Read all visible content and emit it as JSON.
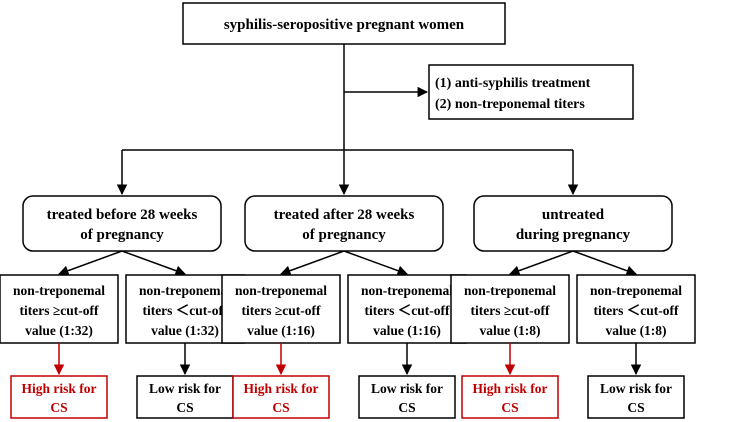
{
  "colors": {
    "line": "#000000",
    "high_risk": "#c00000",
    "background": "#ffffff"
  },
  "root": {
    "label": "syphilis-seropositive pregnant women"
  },
  "side_note": {
    "lines": [
      "(1) anti-syphilis treatment",
      "(2) non-treponemal titers"
    ]
  },
  "groups": [
    {
      "lines": [
        "treated before 28 weeks",
        "of pregnancy"
      ],
      "high_condition": [
        "non-treponemal",
        "titers ≥cut-off",
        "value (1:32)"
      ],
      "low_condition": [
        "non-treponemal",
        "titers ＜cut-off",
        "value (1:32)"
      ],
      "high_outcome": [
        "High risk for",
        "CS"
      ],
      "low_outcome": [
        "Low risk for",
        "CS"
      ]
    },
    {
      "lines": [
        "treated after 28 weeks",
        "of pregnancy"
      ],
      "high_condition": [
        "non-treponemal",
        "titers ≥cut-off",
        "value (1:16)"
      ],
      "low_condition": [
        "non-treponemal",
        "titers ＜cut-off",
        "value (1:16)"
      ],
      "high_outcome": [
        "High risk for",
        "CS"
      ],
      "low_outcome": [
        "Low risk for",
        "CS"
      ]
    },
    {
      "lines": [
        "untreated",
        "during pregnancy"
      ],
      "high_condition": [
        "non-treponemal",
        "titers ≥cut-off",
        "value (1:8)"
      ],
      "low_condition": [
        "non-treponemal",
        "titers ＜cut-off",
        "value (1:8)"
      ],
      "high_outcome": [
        "High risk for",
        "CS"
      ],
      "low_outcome": [
        "Low risk for",
        "CS"
      ]
    }
  ]
}
